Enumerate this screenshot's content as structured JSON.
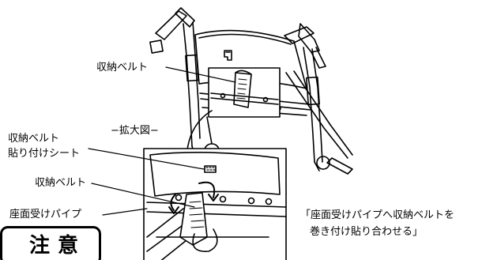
{
  "labels": {
    "storage_belt_top": "収納ベルト",
    "enlarged_view": "−拡大図−",
    "storage_belt_sheet_line1": "収納ベルト",
    "storage_belt_sheet_line2": "貼り付けシート",
    "storage_belt_mid": "収納ベルト",
    "seat_pipe": "座面受けパイプ",
    "instruction_line1": "「座面受けパイプへ収納ベルトを",
    "instruction_line2": "巻き付け貼り合わせる」"
  },
  "caution_box": {
    "text": "注意"
  },
  "colors": {
    "line": "#000000",
    "background": "#ffffff"
  }
}
